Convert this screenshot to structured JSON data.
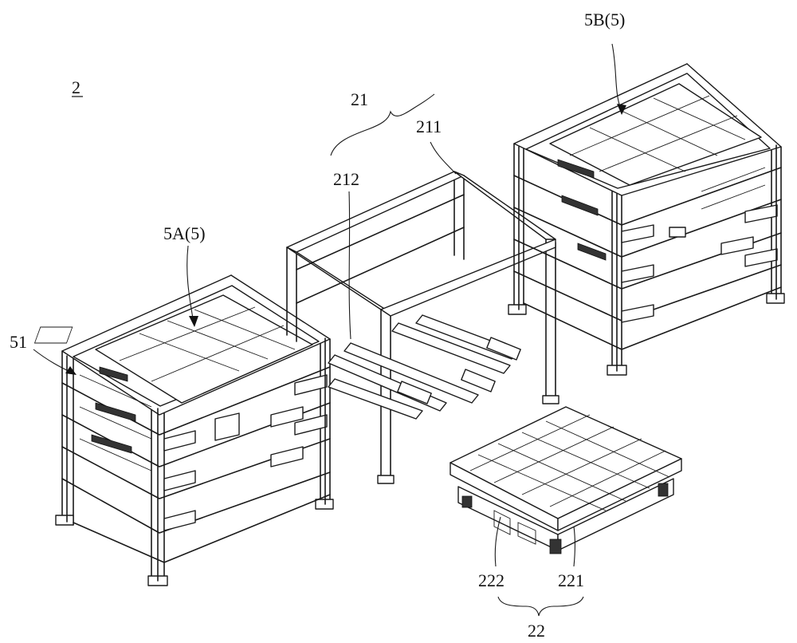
{
  "labels": {
    "figure": "2",
    "rack_left": "5A(5)",
    "rack_right": "5B(5)",
    "frame": "21",
    "frame_top": "211",
    "frame_arms": "212",
    "post": "51",
    "tray_group": "22",
    "tray_a": "222",
    "tray_b": "221"
  }
}
